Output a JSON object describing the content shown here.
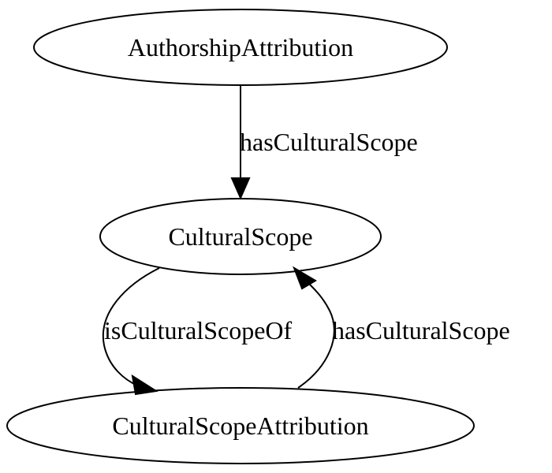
{
  "nodes": {
    "authorship_attribution": "AuthorshipAttribution",
    "cultural_scope": "CulturalScope",
    "cultural_scope_attribution": "CulturalScopeAttribution"
  },
  "edges": {
    "authorship_to_scope": "hasCulturalScope",
    "scope_to_attribution": "isCulturalScopeOf",
    "attribution_to_scope": "hasCulturalScope"
  }
}
